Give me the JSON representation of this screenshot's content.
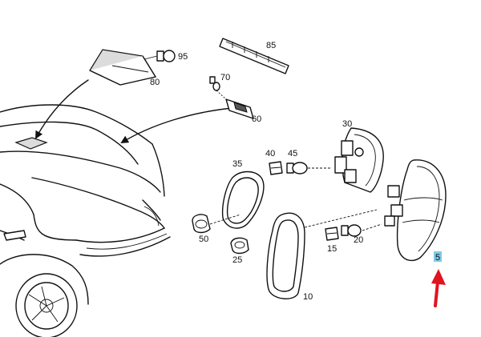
{
  "colors": {
    "line": "#111111",
    "highlight": "#7fc9e8",
    "arrow": "#e0141e",
    "shade": "#dcdcdc"
  },
  "callouts": [
    {
      "id": "95",
      "text": "95"
    },
    {
      "id": "80",
      "text": "80"
    },
    {
      "id": "85",
      "text": "85"
    },
    {
      "id": "70",
      "text": "70"
    },
    {
      "id": "60",
      "text": "60"
    },
    {
      "id": "30",
      "text": "30"
    },
    {
      "id": "40",
      "text": "40"
    },
    {
      "id": "45",
      "text": "45"
    },
    {
      "id": "35",
      "text": "35"
    },
    {
      "id": "50",
      "text": "50"
    },
    {
      "id": "25",
      "text": "25"
    },
    {
      "id": "10",
      "text": "10"
    },
    {
      "id": "15",
      "text": "15"
    },
    {
      "id": "20",
      "text": "20"
    },
    {
      "id": "5",
      "text": "5",
      "highlighted": true
    }
  ]
}
